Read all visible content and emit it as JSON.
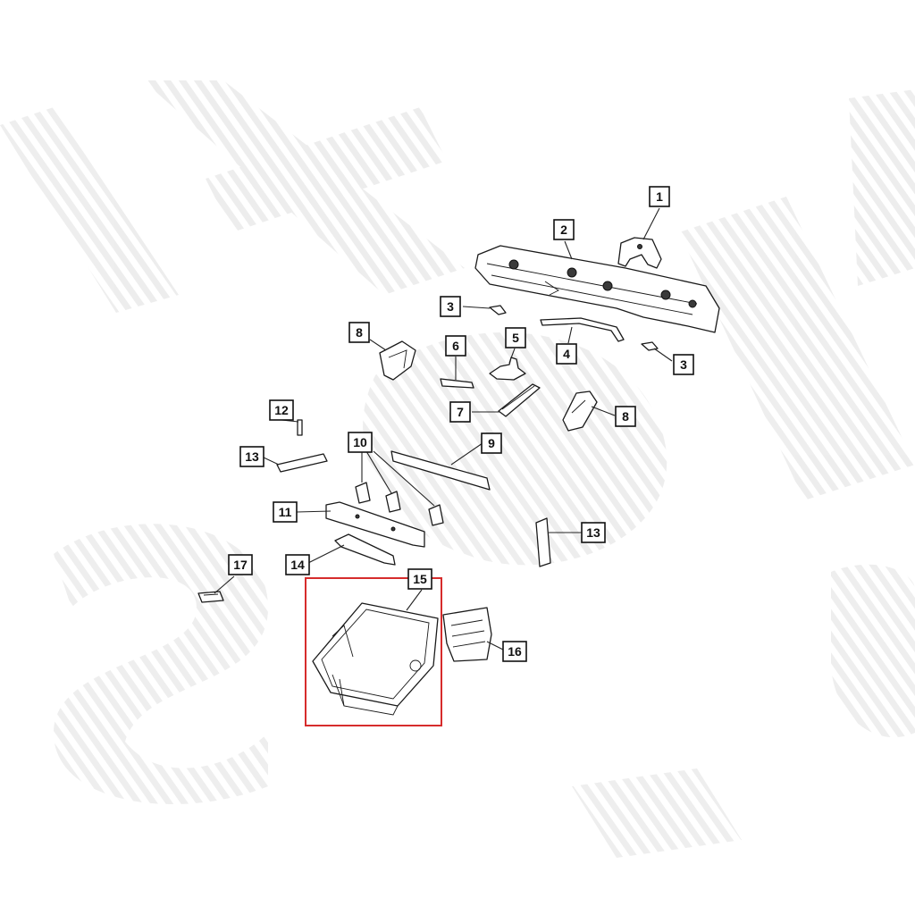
{
  "diagram": {
    "callouts": [
      {
        "id": "c1",
        "label": "1"
      },
      {
        "id": "c2",
        "label": "2"
      },
      {
        "id": "c3a",
        "label": "3"
      },
      {
        "id": "c3b",
        "label": "3"
      },
      {
        "id": "c4",
        "label": "4"
      },
      {
        "id": "c5",
        "label": "5"
      },
      {
        "id": "c6",
        "label": "6"
      },
      {
        "id": "c7",
        "label": "7"
      },
      {
        "id": "c8a",
        "label": "8"
      },
      {
        "id": "c8b",
        "label": "8"
      },
      {
        "id": "c9",
        "label": "9"
      },
      {
        "id": "c10",
        "label": "10"
      },
      {
        "id": "c11",
        "label": "11"
      },
      {
        "id": "c12",
        "label": "12"
      },
      {
        "id": "c13a",
        "label": "13"
      },
      {
        "id": "c13b",
        "label": "13"
      },
      {
        "id": "c14",
        "label": "14"
      },
      {
        "id": "c15",
        "label": "15"
      },
      {
        "id": "c16",
        "label": "16"
      },
      {
        "id": "c17",
        "label": "17"
      }
    ],
    "highlighted_part": "15",
    "highlight_color": "#d62c2c"
  }
}
